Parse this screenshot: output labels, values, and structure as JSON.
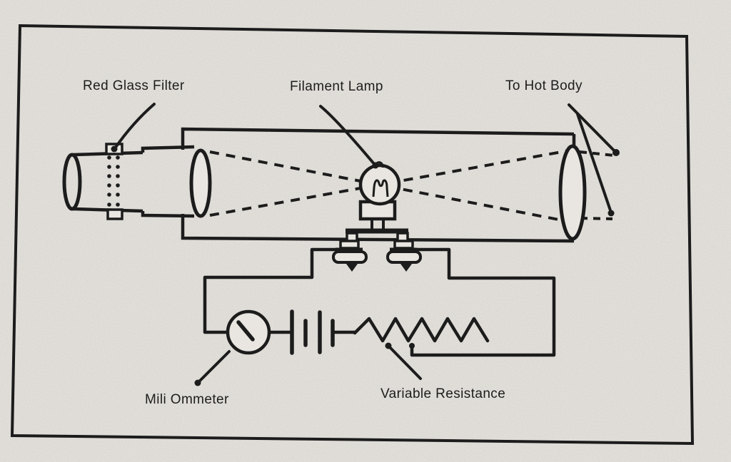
{
  "colors": {
    "paper": "#e9e6e1",
    "ink": "#1c1c1c"
  },
  "labels": {
    "red_glass_filter": "Red Glass Filter",
    "filament_lamp": "Filament Lamp",
    "to_hot_body": "To Hot Body",
    "milliammeter": "Mili Ommeter",
    "variable_resistance": "Variable Resistance"
  },
  "components": [
    "eyepiece",
    "red-glass-filter",
    "telescope-tube",
    "filament-lamp",
    "objective-lens",
    "lamp-terminals",
    "milliammeter",
    "battery",
    "variable-resistance-rheostat"
  ]
}
